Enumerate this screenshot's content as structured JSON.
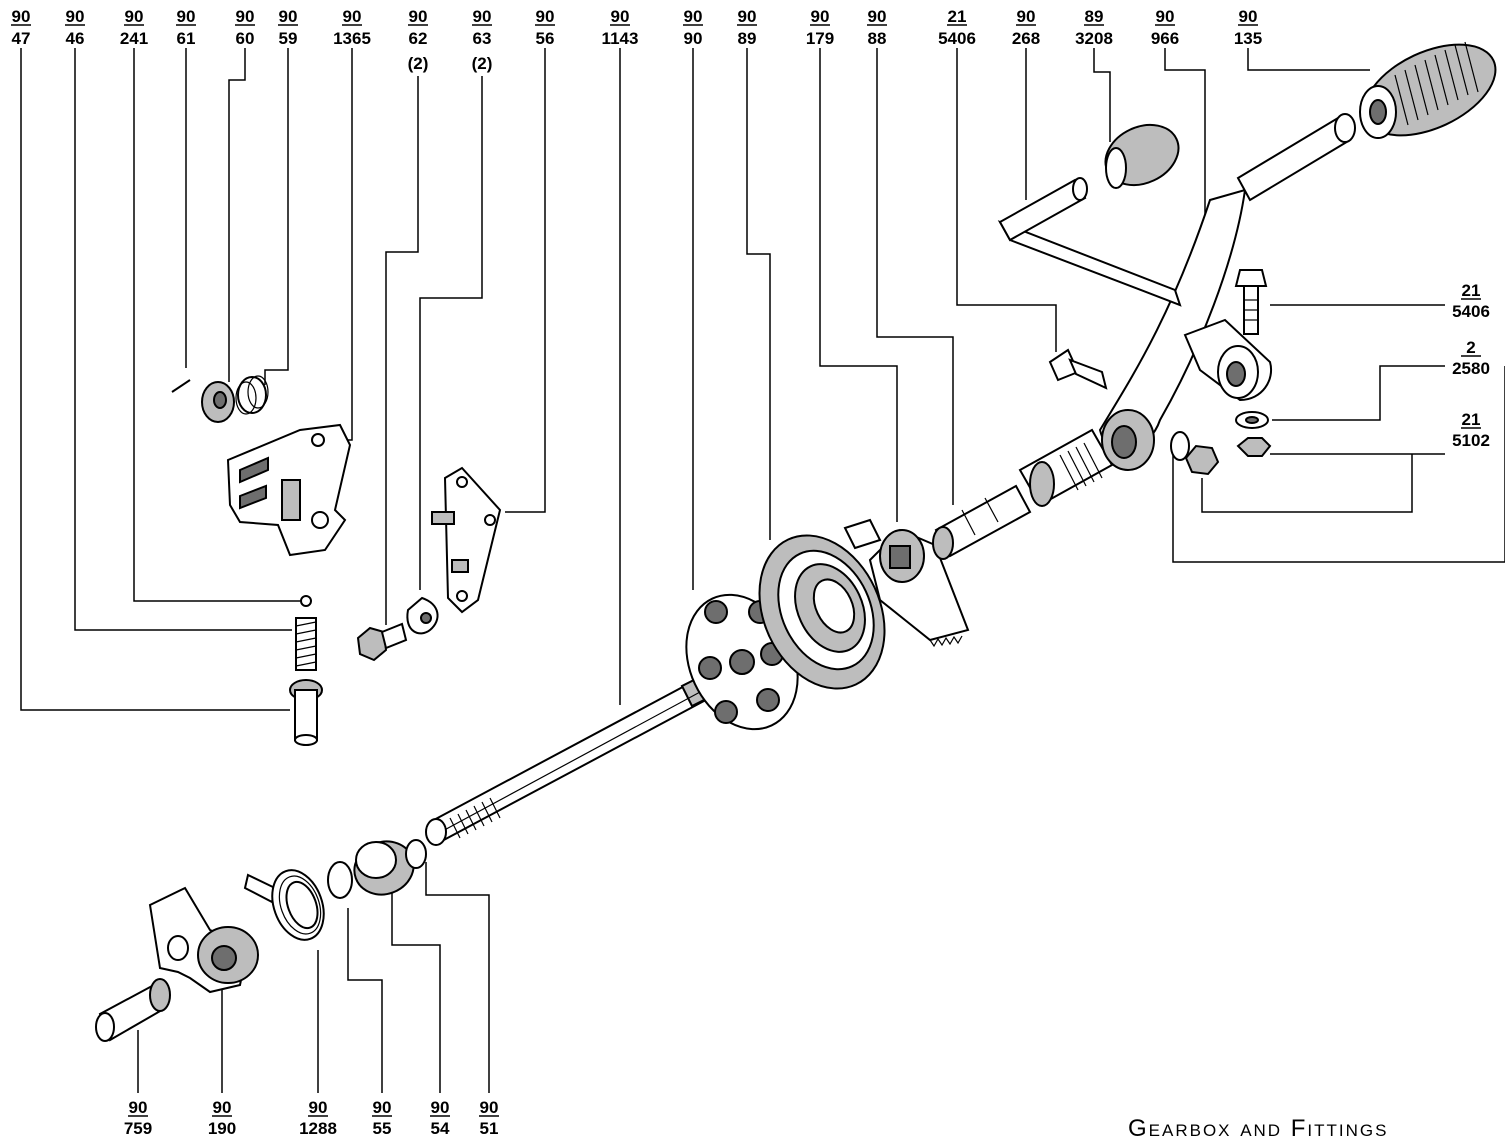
{
  "caption": "Gearbox and Fittings",
  "callouts": [
    {
      "id": "c-90-47",
      "top": "90",
      "bottom": "47"
    },
    {
      "id": "c-90-46",
      "top": "90",
      "bottom": "46"
    },
    {
      "id": "c-90-241",
      "top": "90",
      "bottom": "241"
    },
    {
      "id": "c-90-61",
      "top": "90",
      "bottom": "61"
    },
    {
      "id": "c-90-60",
      "top": "90",
      "bottom": "60"
    },
    {
      "id": "c-90-59",
      "top": "90",
      "bottom": "59"
    },
    {
      "id": "c-90-1365",
      "top": "90",
      "bottom": "1365"
    },
    {
      "id": "c-90-62",
      "top": "90",
      "bottom": "62",
      "qty": "(2)"
    },
    {
      "id": "c-90-63",
      "top": "90",
      "bottom": "63",
      "qty": "(2)"
    },
    {
      "id": "c-90-56",
      "top": "90",
      "bottom": "56"
    },
    {
      "id": "c-90-1143",
      "top": "90",
      "bottom": "1143"
    },
    {
      "id": "c-90-90",
      "top": "90",
      "bottom": "90"
    },
    {
      "id": "c-90-89",
      "top": "90",
      "bottom": "89"
    },
    {
      "id": "c-90-179",
      "top": "90",
      "bottom": "179"
    },
    {
      "id": "c-90-88",
      "top": "90",
      "bottom": "88"
    },
    {
      "id": "c-21-5406a",
      "top": "21",
      "bottom": "5406"
    },
    {
      "id": "c-90-268",
      "top": "90",
      "bottom": "268"
    },
    {
      "id": "c-89-3208",
      "top": "89",
      "bottom": "3208"
    },
    {
      "id": "c-90-966",
      "top": "90",
      "bottom": "966"
    },
    {
      "id": "c-90-135",
      "top": "90",
      "bottom": "135"
    },
    {
      "id": "c-21-5406b",
      "top": "21",
      "bottom": "5406"
    },
    {
      "id": "c-2-2580",
      "top": "2",
      "bottom": "2580"
    },
    {
      "id": "c-21-5102",
      "top": "21",
      "bottom": "5102"
    },
    {
      "id": "c-90-759",
      "top": "90",
      "bottom": "759"
    },
    {
      "id": "c-90-190",
      "top": "90",
      "bottom": "190"
    },
    {
      "id": "c-90-1288",
      "top": "90",
      "bottom": "1288"
    },
    {
      "id": "c-90-55",
      "top": "90",
      "bottom": "55"
    },
    {
      "id": "c-90-54",
      "top": "90",
      "bottom": "54"
    },
    {
      "id": "c-90-51",
      "top": "90",
      "bottom": "51"
    }
  ]
}
